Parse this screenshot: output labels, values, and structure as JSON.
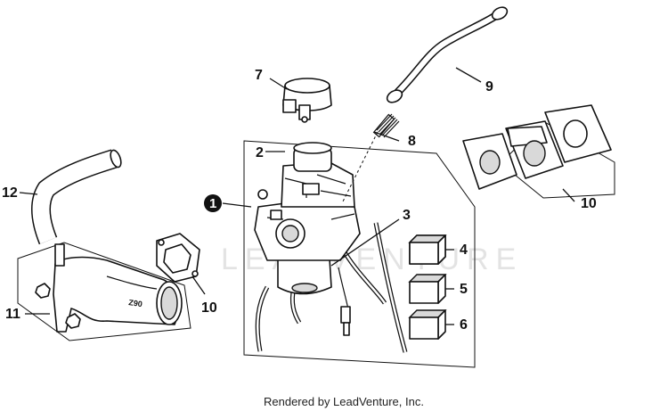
{
  "labels": {
    "p1": "1",
    "p2": "2",
    "p3": "3",
    "p4": "4",
    "p5": "5",
    "p6": "6",
    "p7": "7",
    "p8": "8",
    "p9": "9",
    "p10a": "10",
    "p10b": "10",
    "p11": "11",
    "p12": "12"
  },
  "part_markings": {
    "elbow_code": "Z90"
  },
  "watermark": "LEADVENTURE",
  "footer": "Rendered by LeadVenture, Inc."
}
